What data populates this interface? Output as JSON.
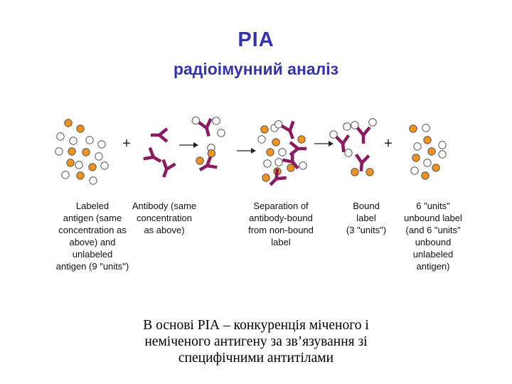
{
  "title": "РІА",
  "subtitle": "радіоімунний аналіз",
  "diagram": {
    "colors": {
      "labeled": "#f0921e",
      "unlabeled": "#ffffff",
      "antibody": "#8b1a60",
      "outline": "#555555"
    },
    "operators": {
      "plus": "+",
      "arrow": "→"
    },
    "captions": [
      {
        "id": "labeled-antigen",
        "lines": [
          "Labeled",
          "antigen (same",
          "concentration as",
          "above) and",
          "unlabeled",
          "antigen (9 \"units\")"
        ]
      },
      {
        "id": "antibody",
        "lines": [
          "Antibody (same",
          "concentration",
          "as above)"
        ]
      },
      {
        "id": "separation",
        "lines": [
          "Separation of",
          "antibody-bound",
          "from non-bound",
          "label"
        ]
      },
      {
        "id": "bound-label",
        "lines": [
          "Bound",
          "label",
          "(3 \"units\")"
        ]
      },
      {
        "id": "unbound",
        "lines": [
          "6 \"units\"",
          "unbound label",
          "(and 6 \"units\"",
          "unbound",
          "unlabeled",
          "antigen)"
        ]
      }
    ]
  },
  "body_text": [
    "В основі РІА – конкуренція міченого і",
    "неміченого антигену за зв’язування  зі",
    "специфічними антитілами"
  ]
}
